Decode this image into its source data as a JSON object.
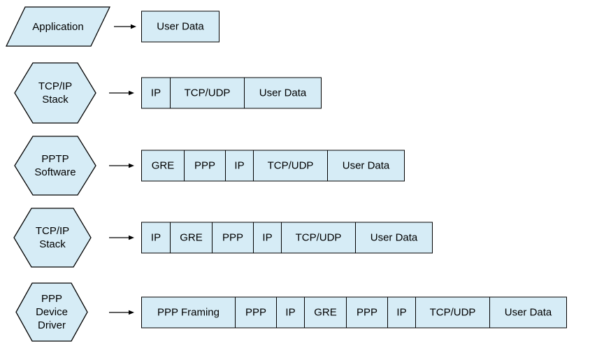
{
  "diagram_type": "encapsulation-flow",
  "colors": {
    "shape_fill": "#D6ECF6",
    "shape_stroke": "#000000",
    "text": "#000000",
    "background": "#FFFFFF"
  },
  "rows": [
    {
      "stage_shape": "parallelogram",
      "stage_label": "Application",
      "stage_label_lines": [
        "Application"
      ],
      "arrow_icon": "right-arrow",
      "packet_cells": [
        "User Data"
      ]
    },
    {
      "stage_shape": "hexagon",
      "stage_label": "TCP/IP Stack",
      "stage_label_lines": [
        "TCP/IP",
        "Stack"
      ],
      "arrow_icon": "right-arrow",
      "packet_cells": [
        "IP",
        "TCP/UDP",
        "User Data"
      ]
    },
    {
      "stage_shape": "hexagon",
      "stage_label": "PPTP Software",
      "stage_label_lines": [
        "PPTP",
        "Software"
      ],
      "arrow_icon": "right-arrow",
      "packet_cells": [
        "GRE",
        "PPP",
        "IP",
        "TCP/UDP",
        "User Data"
      ]
    },
    {
      "stage_shape": "hexagon",
      "stage_label": "TCP/IP Stack",
      "stage_label_lines": [
        "TCP/IP",
        "Stack"
      ],
      "arrow_icon": "right-arrow",
      "packet_cells": [
        "IP",
        "GRE",
        "PPP",
        "IP",
        "TCP/UDP",
        "User Data"
      ]
    },
    {
      "stage_shape": "hexagon",
      "stage_label": "PPP Device Driver",
      "stage_label_lines": [
        "PPP",
        "Device",
        "Driver"
      ],
      "arrow_icon": "right-arrow",
      "packet_cells": [
        "PPP Framing",
        "PPP",
        "IP",
        "GRE",
        "PPP",
        "IP",
        "TCP/UDP",
        "User Data"
      ]
    }
  ]
}
